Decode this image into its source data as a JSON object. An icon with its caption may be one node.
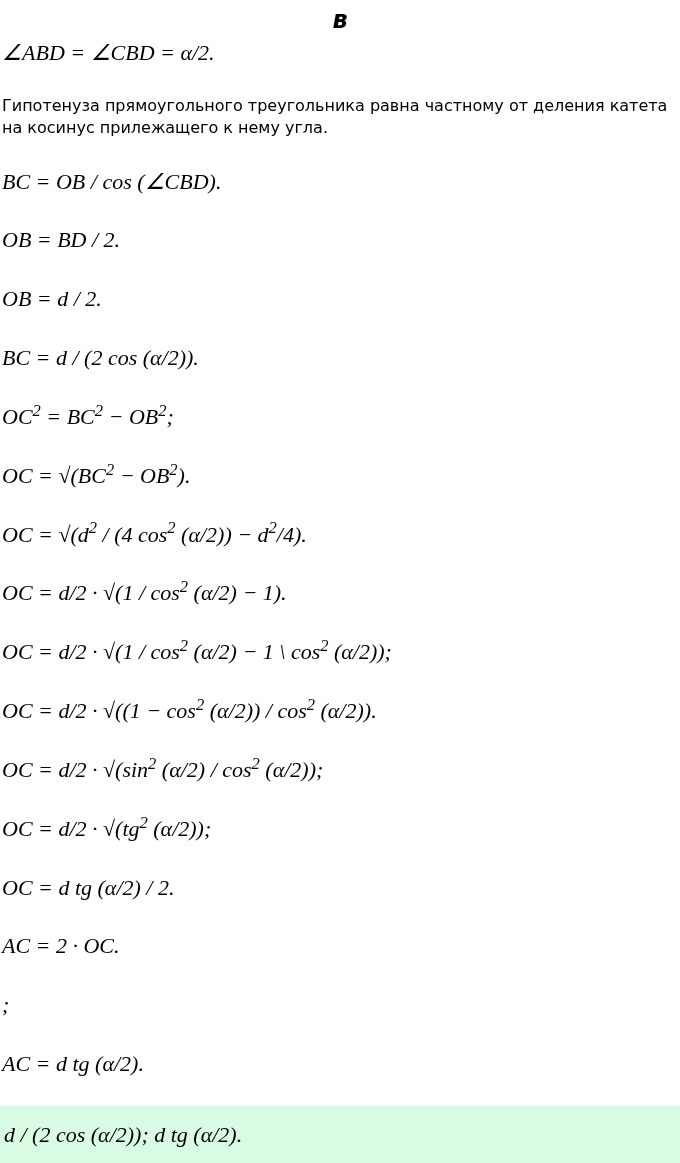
{
  "diagram": {
    "title": "в",
    "labels": [
      "∠ABD = ∠CBD = α/2.",
      "Гипотенуза прямоугольного треугольника равна частному от деления катета на косинус прилежащего к нему угла.",
      "BC = OB / cos (∠CBD).",
      "OB = BD / 2.",
      "OB = d / 2.",
      "BC = d / (2 cos (α/2)).",
      "OC$^{2}$ = BC$^{2}$ − OB$^{2}$;",
      "OC = √(BC$^{2}$ − OB$^{2}$).",
      "OC = √(d$^{2}$ / (4 cos$^{2}$ (α/2)) − d$^{2}$/4).",
      "OC = d/2 · √(1 / cos$^{2}$ (α/2) − 1).",
      "OC = d/2 · √(1 / cos$^{2}$ (α/2) − 1 \\ cos$^{2}$ (α/2));",
      "OC = d/2 · √((1 − cos$^{2}$ (α/2)) / cos$^{2}$ (α/2)).",
      "OC = d/2 · √(sin$^{2}$ (α/2) / cos$^{2}$ (α/2));",
      "OC = d/2 · √(tg$^{2}$ (α/2));",
      "OC = d tg (α/2) / 2.",
      "AC = 2 · OC.",
      ";",
      "AC = d tg (α/2).",
      "d / (2 cos (α/2)); d tg (α/2)."
    ]
  }
}
